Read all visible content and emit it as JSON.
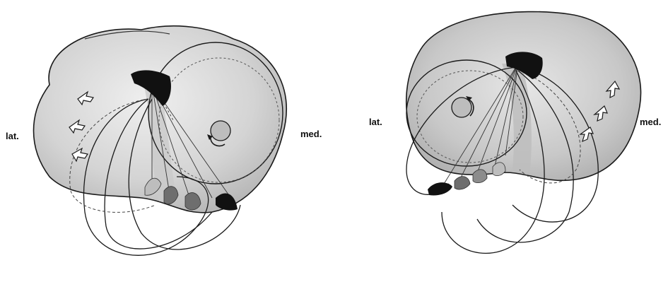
{
  "figure": {
    "left_panel": {
      "label_lateral": "lat.",
      "label_medial": "med.",
      "rotation_direction": "clockwise"
    },
    "right_panel": {
      "label_lateral": "lat.",
      "label_medial": "med.",
      "rotation_direction": "counter-clockwise"
    }
  },
  "colors": {
    "outline": "#1a1a1a",
    "plateau_fill": "#d6d6d6",
    "plateau_fill_dark": "#a8a8a8",
    "ligament_black": "#111111",
    "ligament_mid": "#6e6e6e",
    "ligament_light": "#bdbdbd",
    "background": "#ffffff"
  },
  "icons": [
    "rotation-arrow-icon",
    "motion-arrow-icon"
  ]
}
